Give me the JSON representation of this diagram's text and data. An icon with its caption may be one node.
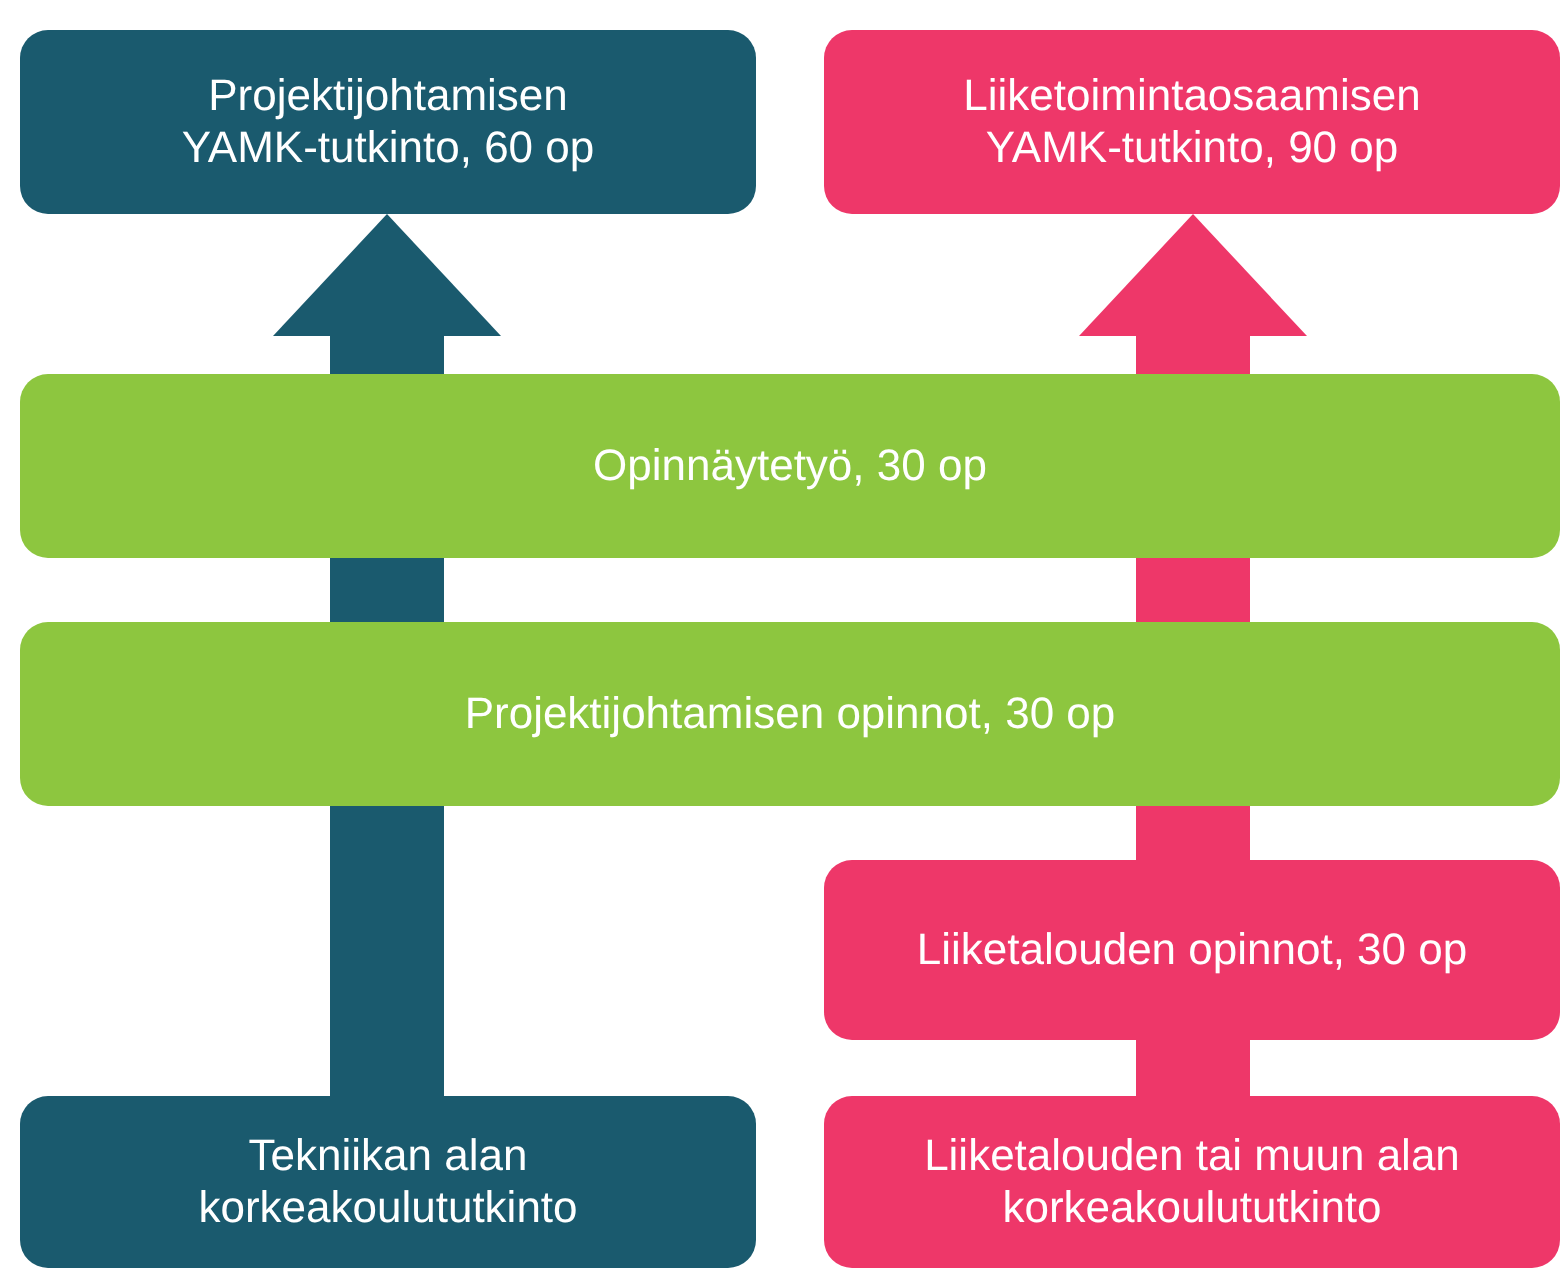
{
  "diagram": {
    "nodes": [
      {
        "text": [
          "Projektijohtamisen YAMK-tutkinto,  60 op"
        ]
      },
      {
        "text": [
          "Liiketoimintaosaamisen YAMK-tutkinto, 90 op"
        ]
      },
      {
        "text": [
          "Opinnäytetyö, 30 op"
        ]
      },
      {
        "text": [
          "Projektijohtamisen opinnot, 30 op"
        ]
      },
      {
        "text": [
          "Liiketalouden opinnot, 30 op"
        ]
      },
      {
        "text": [
          "Tekniikan alan korkeakoulututkinto"
        ]
      },
      {
        "text": [
          "Liiketalouden tai muun alan korkeakoulututkinto"
        ]
      }
    ],
    "edges": [
      {
        "from": 5,
        "to": 3,
        "arrow": "none",
        "color": "#1a5a6e"
      },
      {
        "from": 3,
        "to": 2,
        "arrow": "none",
        "color": "#1a5a6e"
      },
      {
        "from": 2,
        "to": 0,
        "arrow": "to",
        "color": "#1a5a6e"
      },
      {
        "from": 6,
        "to": 4,
        "arrow": "none",
        "color": "#ee3769"
      },
      {
        "from": 4,
        "to": 3,
        "arrow": "none",
        "color": "#ee3769"
      },
      {
        "from": 3,
        "to": 2,
        "arrow": "none",
        "color": "#ee3769"
      },
      {
        "from": 2,
        "to": 1,
        "arrow": "to",
        "color": "#ee3769"
      }
    ]
  }
}
